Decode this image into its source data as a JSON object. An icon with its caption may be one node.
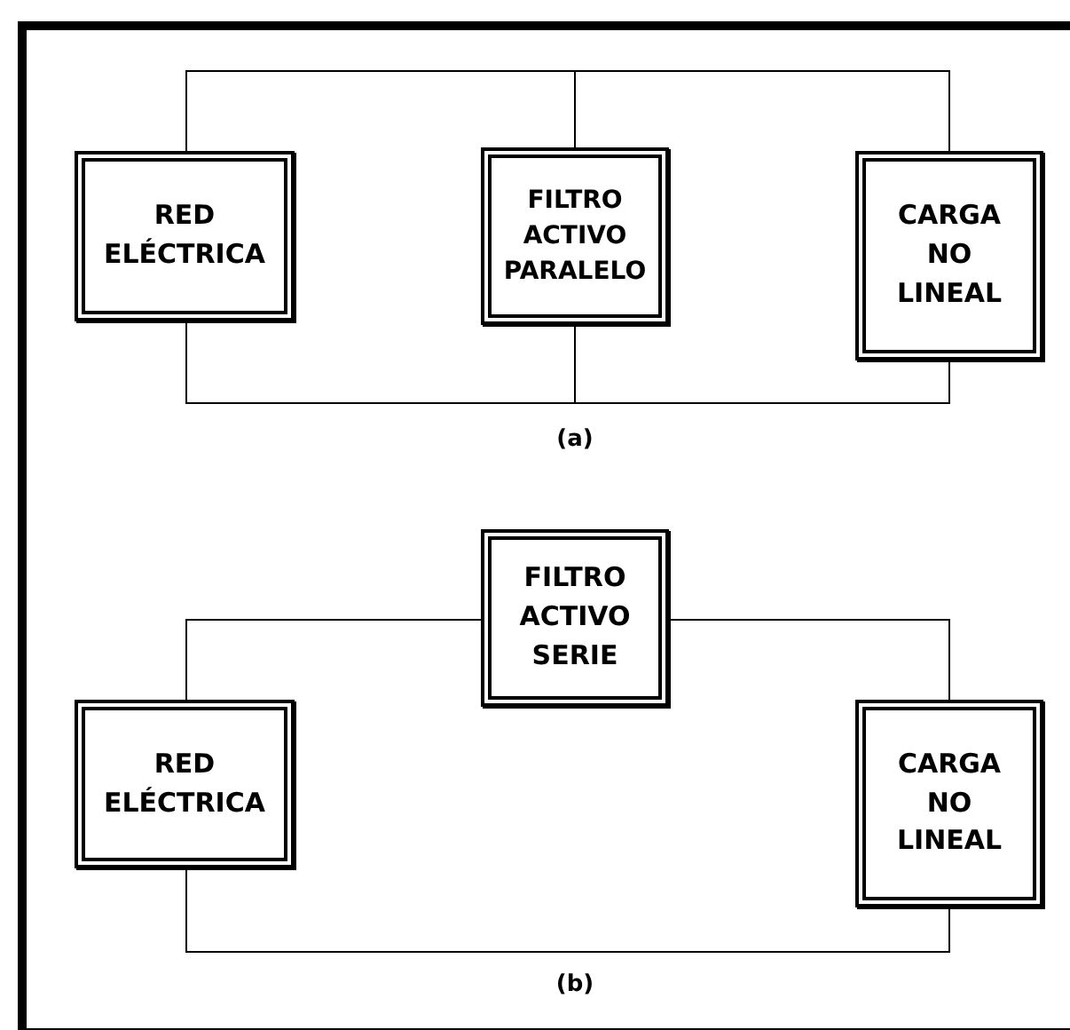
{
  "diagram": {
    "nodes": [
      {
        "text": [
          "RED ELÉCTRICA"
        ]
      },
      {
        "text": [
          "FILTRO ACTIVO PARALELO"
        ]
      },
      {
        "text": [
          "CARGA NO LINEAL"
        ]
      },
      {
        "text": [
          "FILTRO ACTIVO SERIE"
        ]
      },
      {
        "text": [
          "RED ELÉCTRICA"
        ]
      },
      {
        "text": [
          "CARGA NO LINEAL"
        ]
      }
    ],
    "edges": [
      {
        "from": 0,
        "to": 1,
        "arrow": "none"
      },
      {
        "from": 1,
        "to": 2,
        "arrow": "none"
      },
      {
        "from": 0,
        "to": 1,
        "arrow": "none"
      },
      {
        "from": 1,
        "to": 2,
        "arrow": "none"
      },
      {
        "from": 4,
        "to": 3,
        "arrow": "none"
      },
      {
        "from": 3,
        "to": 5,
        "arrow": "none"
      },
      {
        "from": 4,
        "to": 5,
        "arrow": "none"
      }
    ],
    "labels": [
      "(a)",
      "(b)"
    ]
  }
}
